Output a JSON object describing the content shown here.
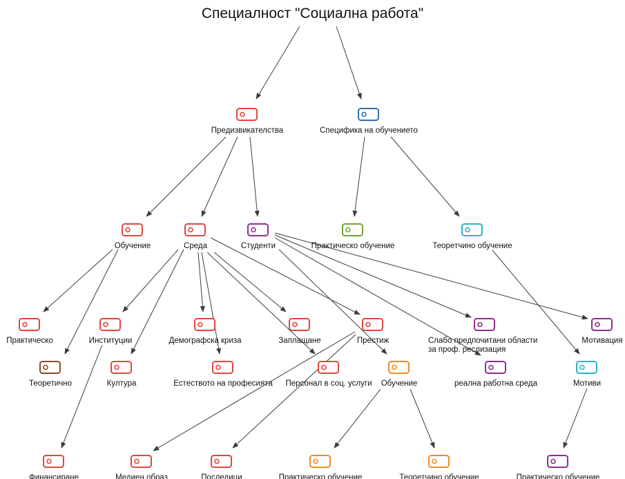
{
  "title": "Специалност \"Социална работа\"",
  "nodes": [
    {
      "id": "predizvikatelstva",
      "label": "Предизвикателства",
      "color": "#e2463c"
    },
    {
      "id": "specifika",
      "label": "Специфика на обучението",
      "color": "#2f6fb0"
    },
    {
      "id": "obuchenie1",
      "label": "Обучение",
      "color": "#e2463c"
    },
    {
      "id": "sreda",
      "label": "Среда",
      "color": "#e2463c"
    },
    {
      "id": "studenti",
      "label": "Студенти",
      "color": "#8e2e8e"
    },
    {
      "id": "prakticheskoObuchenie1",
      "label": "Практическо обучение",
      "color": "#6fa42c"
    },
    {
      "id": "teoretchinoObuchenie1",
      "label": "Теоретчино обучение",
      "color": "#27b5c4"
    },
    {
      "id": "praktichesko",
      "label": "Практическо",
      "color": "#e2463c"
    },
    {
      "id": "instituzii",
      "label": "Институции",
      "color": "#e2463c"
    },
    {
      "id": "demografska",
      "label": "Демографска криза",
      "color": "#e2463c"
    },
    {
      "id": "zaplashtane",
      "label": "Заплащане",
      "color": "#e2463c"
    },
    {
      "id": "prestizh",
      "label": "Престиж",
      "color": "#e2463c"
    },
    {
      "id": "slabo",
      "label": "Слабо предпочитани области\nза проф. реслизация",
      "color": "#8e2e8e"
    },
    {
      "id": "motivaciya",
      "label": "Мотивация",
      "color": "#8e2e8e"
    },
    {
      "id": "teoretichno",
      "label": "Теоретично",
      "color": "#8a4a22"
    },
    {
      "id": "kultura",
      "label": "Култура",
      "color": "#e2463c"
    },
    {
      "id": "estestvoto",
      "label": "Естеството на професията",
      "color": "#e2463c"
    },
    {
      "id": "personal",
      "label": "Персонал в соц. услуги",
      "color": "#e2463c"
    },
    {
      "id": "obuchenie2",
      "label": "Обучение",
      "color": "#f08a24"
    },
    {
      "id": "realna",
      "label": "реална работна среда",
      "color": "#8e2e8e"
    },
    {
      "id": "motivi",
      "label": "Мотиви",
      "color": "#27b5c4"
    },
    {
      "id": "finansirane",
      "label": "Финансиране",
      "color": "#e2463c"
    },
    {
      "id": "medien",
      "label": "Медиен образ",
      "color": "#e2463c"
    },
    {
      "id": "posledici",
      "label": "Последици",
      "color": "#e2463c"
    },
    {
      "id": "prakticheskoObuchenie2",
      "label": "Практическо обучение",
      "color": "#f08a24"
    },
    {
      "id": "teoretchinoObuchenie2",
      "label": "Теоретчино обучение",
      "color": "#f08a24"
    },
    {
      "id": "prakticheskoObuchenie3",
      "label": "Практическо обучение",
      "color": "#8e2e8e"
    }
  ],
  "edges": [
    [
      "title",
      "predizvikatelstva"
    ],
    [
      "title",
      "specifika"
    ],
    [
      "predizvikatelstva",
      "obuchenie1"
    ],
    [
      "predizvikatelstva",
      "sreda"
    ],
    [
      "predizvikatelstva",
      "studenti"
    ],
    [
      "specifika",
      "prakticheskoObuchenie1"
    ],
    [
      "specifika",
      "teoretchinoObuchenie1"
    ],
    [
      "obuchenie1",
      "praktichesko"
    ],
    [
      "obuchenie1",
      "teoretichno"
    ],
    [
      "sreda",
      "instituzii"
    ],
    [
      "sreda",
      "kultura"
    ],
    [
      "sreda",
      "demografska"
    ],
    [
      "sreda",
      "estestvoto"
    ],
    [
      "sreda",
      "zaplashtane"
    ],
    [
      "sreda",
      "personal"
    ],
    [
      "sreda",
      "prestizh"
    ],
    [
      "studenti",
      "slabo"
    ],
    [
      "studenti",
      "motivaciya"
    ],
    [
      "studenti",
      "obuchenie2"
    ],
    [
      "studenti",
      "realna"
    ],
    [
      "instituzii",
      "finansirane"
    ],
    [
      "prestizh",
      "medien"
    ],
    [
      "prestizh",
      "posledici"
    ],
    [
      "obuchenie2",
      "prakticheskoObuchenie2"
    ],
    [
      "obuchenie2",
      "teoretchinoObuchenie2"
    ],
    [
      "teoretchinoObuchenie1",
      "motivi"
    ],
    [
      "motivi",
      "prakticheskoObuchenie3"
    ]
  ]
}
